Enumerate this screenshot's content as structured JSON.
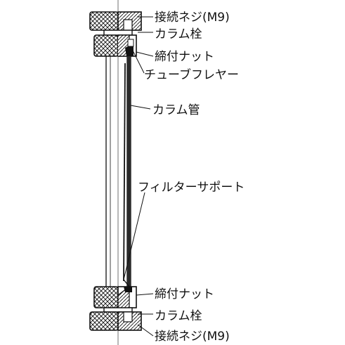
{
  "labels": {
    "connection_screw_top": "接続ネジ(M9)",
    "column_plug_top": "カラム栓",
    "tightening_nut_top": "締付ナット",
    "tube_flare": "チューブフレヤー",
    "column_tube": "カラム管",
    "filter_support": "フィルターサポート",
    "tightening_nut_bottom": "締付ナット",
    "column_plug_bottom": "カラム栓",
    "connection_screw_bottom": "接続ネジ(M9)"
  },
  "colors": {
    "line": "#111111",
    "background": "#ffffff"
  }
}
